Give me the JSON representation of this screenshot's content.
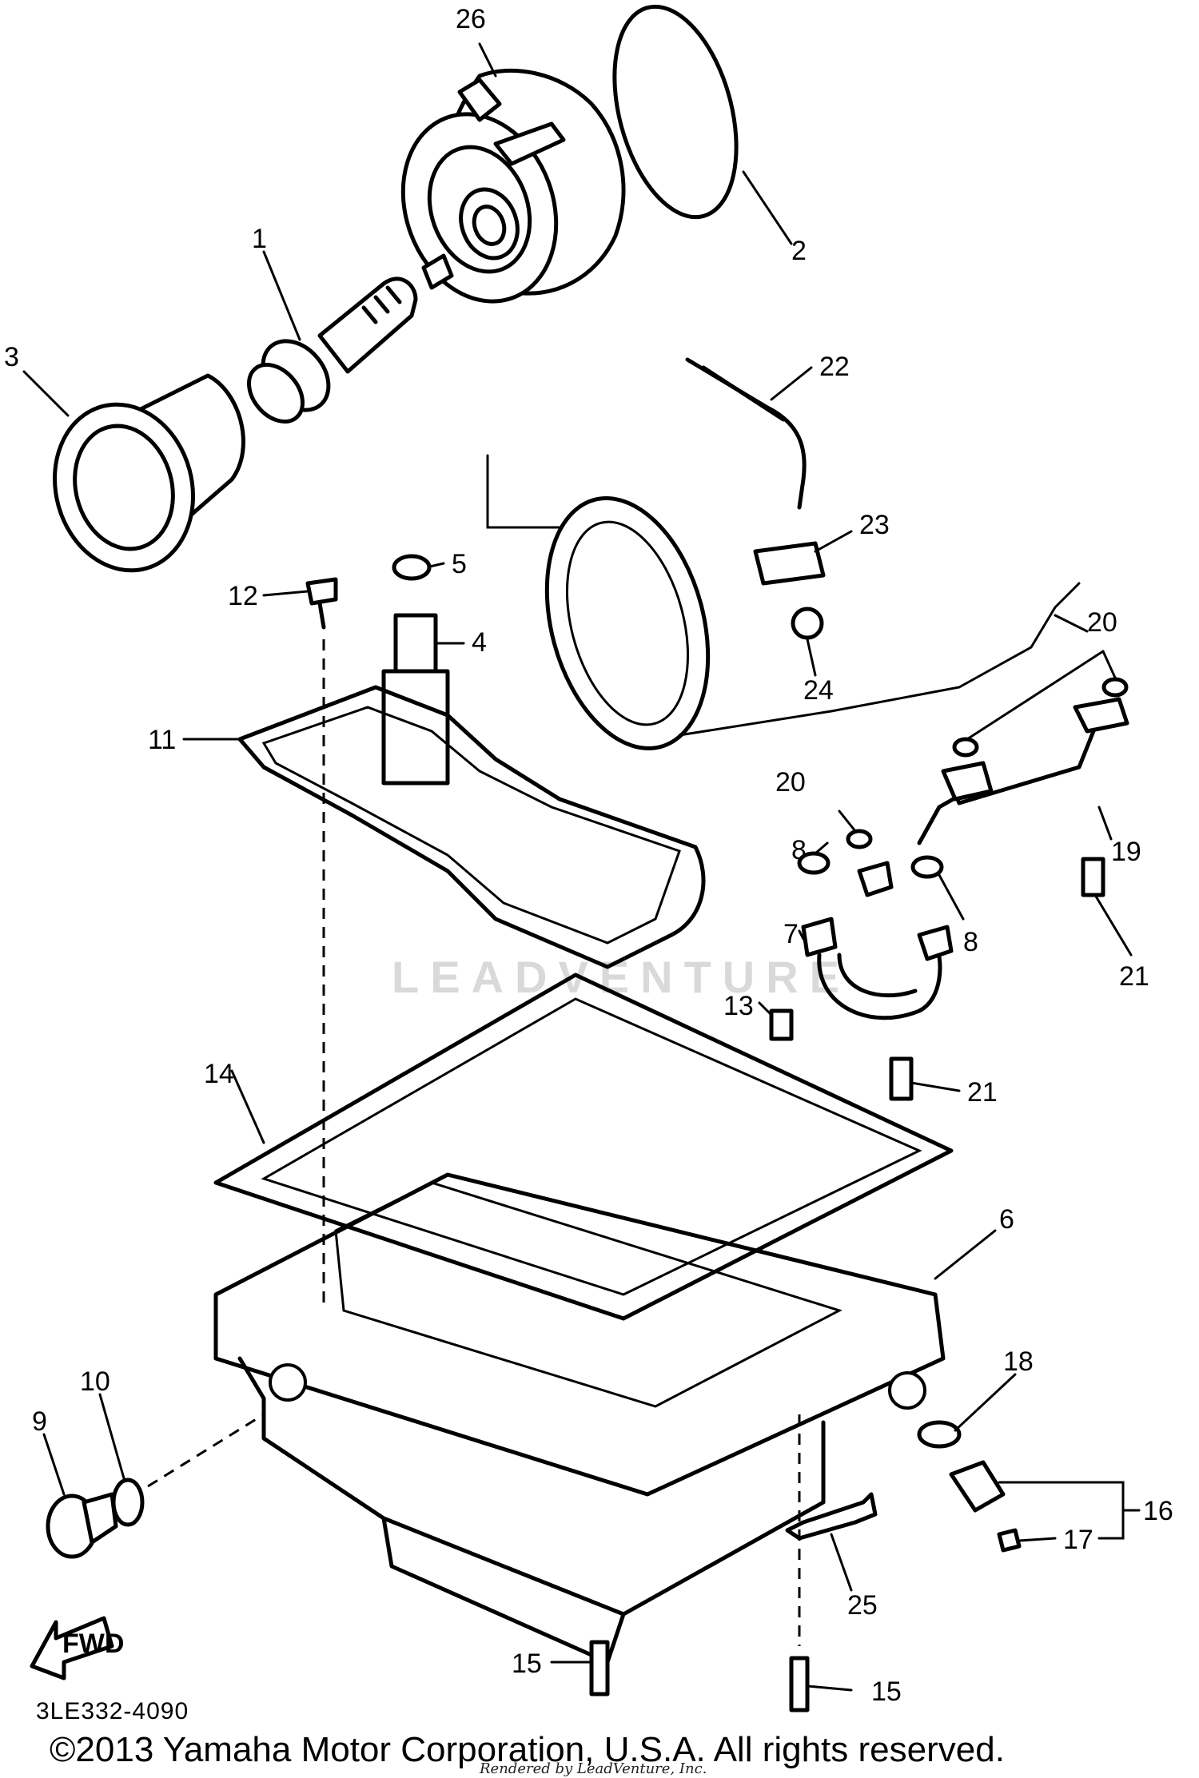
{
  "diagram": {
    "callouts": [
      {
        "id": "26",
        "label": "26"
      },
      {
        "id": "2",
        "label": "2"
      },
      {
        "id": "1",
        "label": "1"
      },
      {
        "id": "3",
        "label": "3"
      },
      {
        "id": "22",
        "label": "22"
      },
      {
        "id": "23",
        "label": "23"
      },
      {
        "id": "5",
        "label": "5"
      },
      {
        "id": "12",
        "label": "12"
      },
      {
        "id": "4",
        "label": "4"
      },
      {
        "id": "20a",
        "label": "20"
      },
      {
        "id": "24",
        "label": "24"
      },
      {
        "id": "11",
        "label": "11"
      },
      {
        "id": "20b",
        "label": "20"
      },
      {
        "id": "8a",
        "label": "8"
      },
      {
        "id": "8b",
        "label": "8"
      },
      {
        "id": "19",
        "label": "19"
      },
      {
        "id": "7",
        "label": "7"
      },
      {
        "id": "21a",
        "label": "21"
      },
      {
        "id": "13",
        "label": "13"
      },
      {
        "id": "21b",
        "label": "21"
      },
      {
        "id": "14",
        "label": "14"
      },
      {
        "id": "6",
        "label": "6"
      },
      {
        "id": "18",
        "label": "18"
      },
      {
        "id": "10",
        "label": "10"
      },
      {
        "id": "9",
        "label": "9"
      },
      {
        "id": "16",
        "label": "16"
      },
      {
        "id": "17",
        "label": "17"
      },
      {
        "id": "25",
        "label": "25"
      },
      {
        "id": "15a",
        "label": "15"
      },
      {
        "id": "15b",
        "label": "15"
      }
    ],
    "fwd_label": "FWD",
    "ref_code": "3LE332-4090",
    "copyright": "©2013 Yamaha Motor Corporation, U.S.A. All rights reserved.",
    "render_note": "Rendered by LeadVenture, Inc.",
    "watermark": "LEADVENTURE"
  }
}
